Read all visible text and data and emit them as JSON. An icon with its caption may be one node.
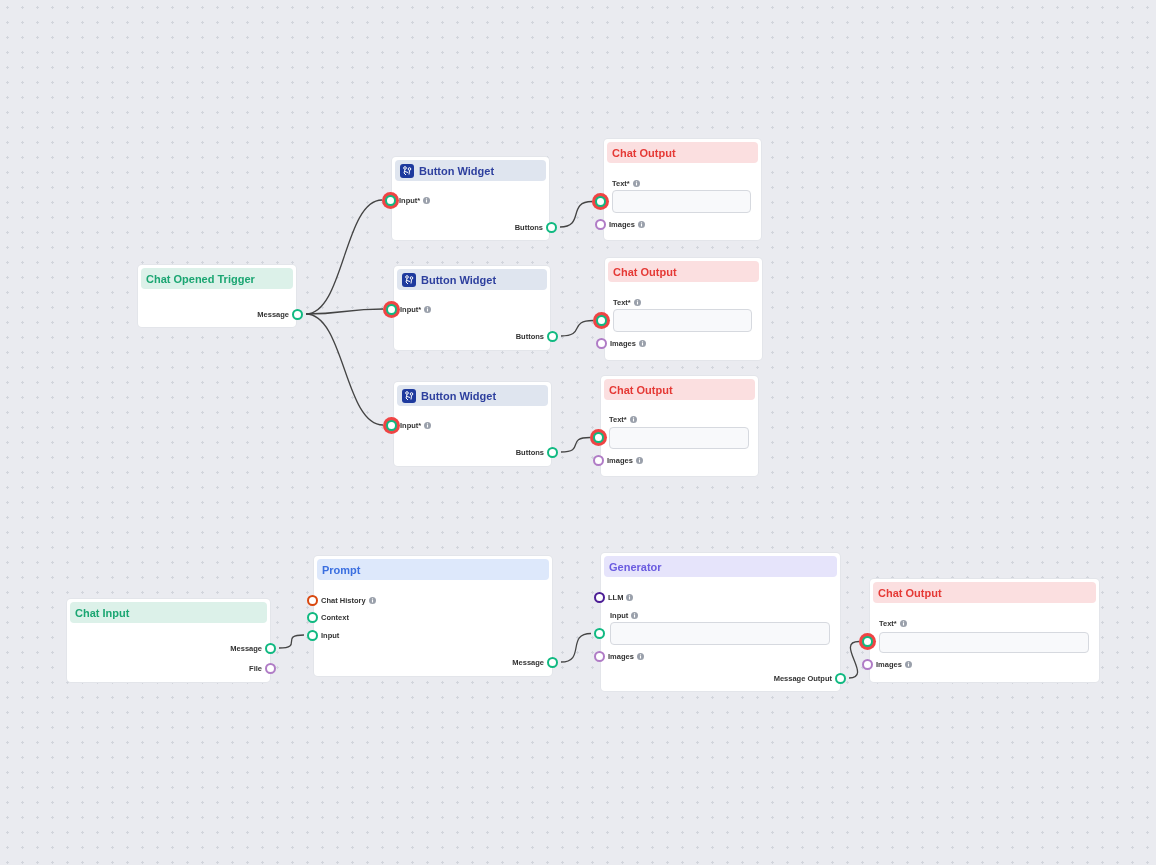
{
  "diagram": {
    "nodes": [
      {
        "text": [
          "Chat Opened Trigger"
        ]
      },
      {
        "text": [
          "Message"
        ],
        "in": 0
      },
      {
        "text": [
          "Button Widget"
        ]
      },
      {
        "text": [
          "Input*"
        ],
        "in": 2
      },
      {
        "text": [
          "Buttons"
        ],
        "in": 2
      },
      {
        "text": [
          "Chat Output"
        ]
      },
      {
        "text": [
          "Text*"
        ],
        "in": 5
      },
      {
        "text": [
          "Images"
        ],
        "in": 5
      },
      {
        "text": [
          "Button Widget"
        ]
      },
      {
        "text": [
          "Input*"
        ],
        "in": 8
      },
      {
        "text": [
          "Buttons"
        ],
        "in": 8
      },
      {
        "text": [
          "Chat Output"
        ]
      },
      {
        "text": [
          "Text*"
        ],
        "in": 11
      },
      {
        "text": [
          "Images"
        ],
        "in": 11
      },
      {
        "text": [
          "Button Widget"
        ]
      },
      {
        "text": [
          "Input*"
        ],
        "in": 14
      },
      {
        "text": [
          "Buttons"
        ],
        "in": 14
      },
      {
        "text": [
          "Chat Output"
        ]
      },
      {
        "text": [
          "Text*"
        ],
        "in": 17
      },
      {
        "text": [
          "Images"
        ],
        "in": 17
      },
      {
        "text": [
          "Chat Input"
        ]
      },
      {
        "text": [
          "Message"
        ],
        "in": 20
      },
      {
        "text": [
          "File"
        ],
        "in": 20
      },
      {
        "text": [
          "Prompt"
        ]
      },
      {
        "text": [
          "Chat History"
        ],
        "in": 23
      },
      {
        "text": [
          "Context"
        ],
        "in": 23
      },
      {
        "text": [
          "Input"
        ],
        "in": 23
      },
      {
        "text": [
          "Message"
        ],
        "in": 23
      },
      {
        "text": [
          "Generator"
        ]
      },
      {
        "text": [
          "LLM"
        ],
        "in": 28
      },
      {
        "text": [
          "Input"
        ],
        "in": 28
      },
      {
        "text": [
          "Images"
        ],
        "in": 28
      },
      {
        "text": [
          "Message Output"
        ],
        "in": 28
      },
      {
        "text": [
          "Chat Output"
        ]
      },
      {
        "text": [
          "Text*"
        ],
        "in": 33
      },
      {
        "text": [
          "Images"
        ],
        "in": 33
      }
    ],
    "edges": [
      {
        "from": 1,
        "to": 3,
        "arrow": "none"
      },
      {
        "from": 1,
        "to": 9,
        "arrow": "none"
      },
      {
        "from": 1,
        "to": 15,
        "arrow": "none"
      },
      {
        "from": 4,
        "to": 6,
        "arrow": "none"
      },
      {
        "from": 10,
        "to": 12,
        "arrow": "none"
      },
      {
        "from": 16,
        "to": 18,
        "arrow": "none"
      },
      {
        "from": 21,
        "to": 26,
        "arrow": "none"
      },
      {
        "from": 27,
        "to": 30,
        "arrow": "none"
      },
      {
        "from": 32,
        "to": 34,
        "arrow": "none"
      }
    ]
  }
}
